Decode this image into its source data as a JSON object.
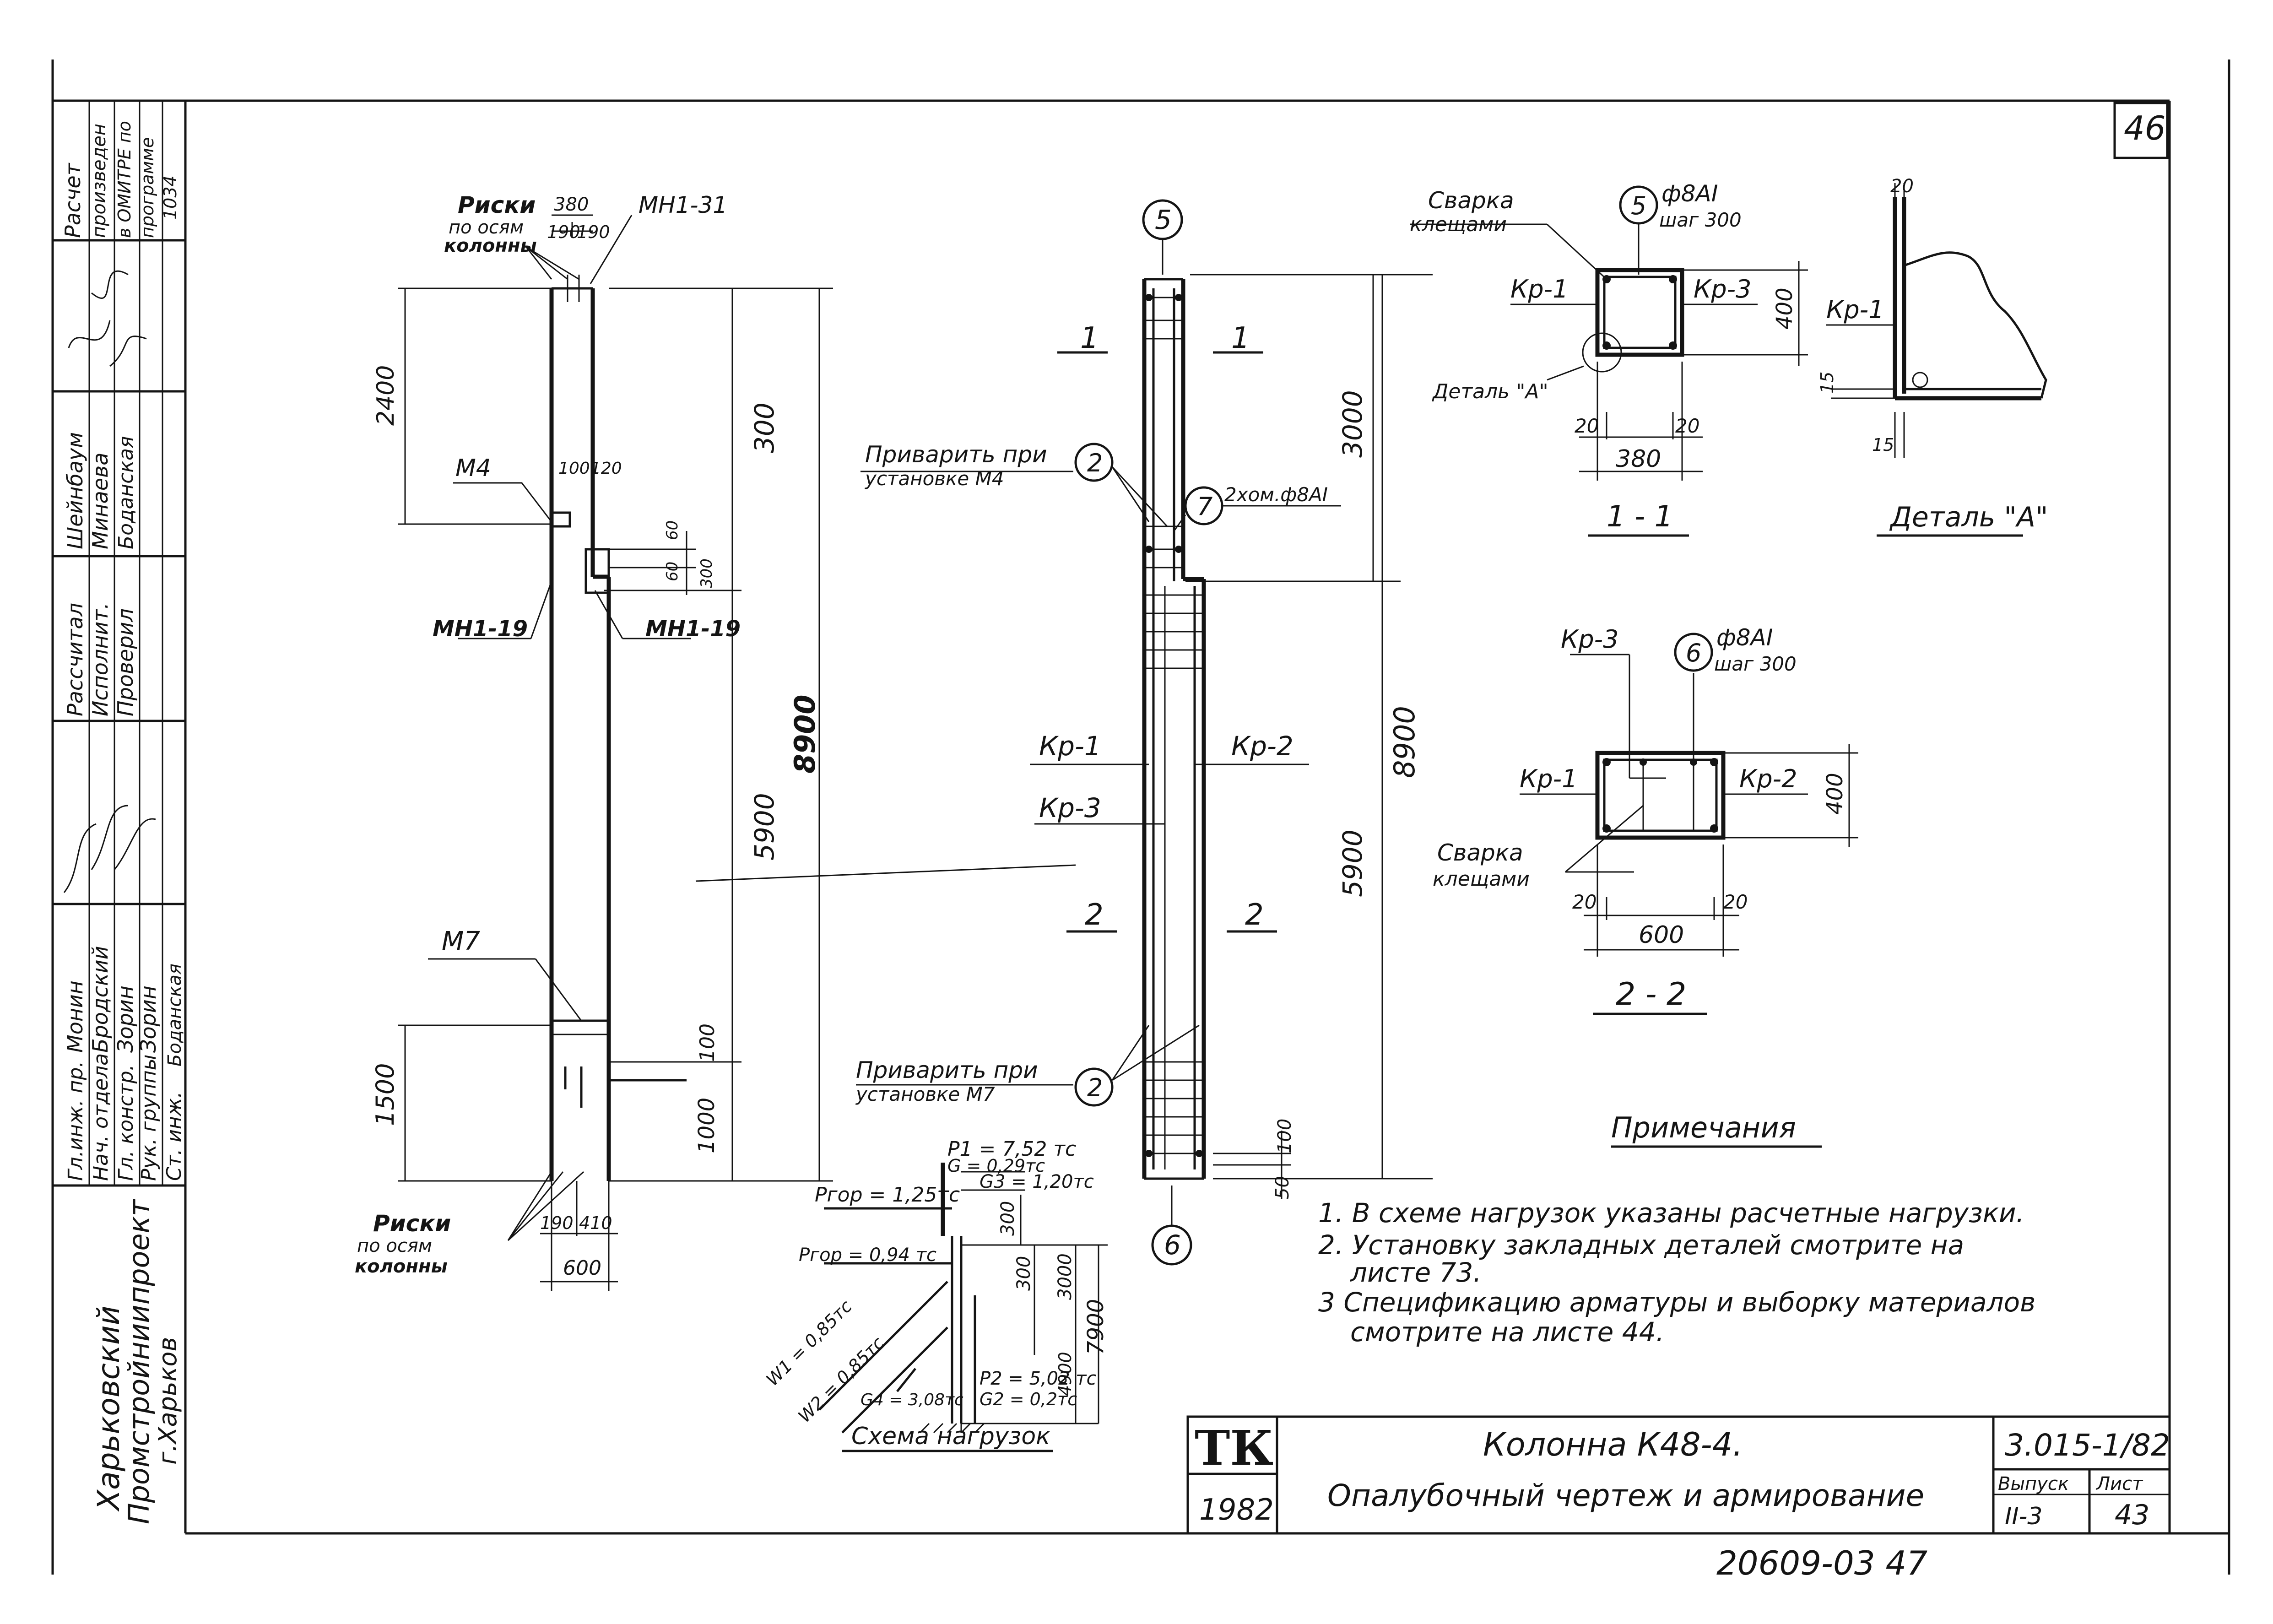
{
  "sheet_number_top": "46",
  "stamp_side": {
    "calc_note": [
      "Расчет",
      "произведен",
      "в ОМИТРЕ по",
      "программе",
      "1034"
    ],
    "roles_left": [
      "Гл.инж. пр.",
      "Нач. отдела",
      "Гл. констр.",
      "Рук. группы",
      "Ст. инж."
    ],
    "names_left": [
      "Монин",
      "Бродский",
      "Зорин",
      "Зорин",
      "Боданская"
    ],
    "roles_right": [
      "Рассчитал",
      "Исполнит.",
      "Проверил"
    ],
    "names_right": [
      "Шейнбаум",
      "Минаева",
      "Боданская"
    ],
    "org": [
      "Харьковский",
      "Промстройниипроект",
      "г.Харьков"
    ]
  },
  "left_view": {
    "top_label_1": "Риски",
    "top_label_2": "по осям",
    "top_label_3": "колонны",
    "dim_380": "380",
    "dim_190a": "190",
    "dim_190b": "190",
    "mark_mi1_31": "МН1-31",
    "dim_2400": "2400",
    "mark_m4": "М4",
    "dim_100": "100",
    "dim_120": "120",
    "dim_60": "60",
    "dim_60b": "60",
    "dim_300_small": "300",
    "mark_mi1_19_left": "МН1-19",
    "mark_mi1_19_right": "МН1-19",
    "dim_3000_vert": "300",
    "dim_5900": "5900",
    "dim_8900": "8900",
    "mark_m7": "М7",
    "dim_1500": "1500",
    "dim_100b": "100",
    "dim_1000": "1000",
    "bottom_label_1": "Риски",
    "bottom_label_2": "по осям",
    "bottom_label_3": "колонны",
    "dim_190c": "190",
    "dim_410": "410",
    "dim_600": "600"
  },
  "mid_view": {
    "axis_top": "5",
    "axis_bottom": "6",
    "sec1_left": "1",
    "sec1_right": "1",
    "weld_top_1": "Приварить при",
    "weld_top_2": "установке М4",
    "circle_2a": "2",
    "circle_7": "7",
    "bar_7": "2хом.ф8АI",
    "kp1": "Кр-1",
    "kp2": "Кр-2",
    "kp3": "Кр-3",
    "sec2_left": "2",
    "sec2_right": "2",
    "weld_bot_1": "Приварить при",
    "weld_bot_2": "установке М7",
    "circle_2b": "2",
    "dim_3000": "3000",
    "dim_5900": "5900",
    "dim_8900": "8900",
    "dim_100": "100",
    "dim_50": "50"
  },
  "section_1": {
    "weld_1": "Сварка",
    "weld_2": "клещами",
    "circle": "5",
    "bar": "ф8АI",
    "pitch": "шаг 300",
    "kp1": "Кр-1",
    "kp3": "Кр-3",
    "detail": "Деталь \"А\"",
    "dim_400": "400",
    "dim_20a": "20",
    "dim_20b": "20",
    "dim_380": "380",
    "title": "1 - 1"
  },
  "detail_a": {
    "dim_20": "20",
    "kp1": "Кр-1",
    "dim_15a": "15",
    "dim_15b": "15",
    "title": "Деталь \"А\""
  },
  "section_2": {
    "kp3": "Кр-3",
    "circle": "6",
    "bar": "ф8АI",
    "pitch": "шаг 300",
    "kp1": "Кр-1",
    "kp2": "Кр-2",
    "dim_400": "400",
    "weld_1": "Сварка",
    "weld_2": "клещами",
    "dim_20a": "20",
    "dim_20b": "20",
    "dim_600": "600",
    "title": "2 - 2"
  },
  "load_scheme": {
    "p1": "P1 = 7,52 тс",
    "g1": "G = 0,29тс",
    "g3": "G3 = 1,20тс",
    "pgor1": "Pгор = 1,25тс",
    "pgor2": "Pгор = 0,94 тс",
    "w1": "W1 = 0,85тс",
    "w2": "W2 = 0,85тс",
    "g4": "G4 = 3,08тс",
    "p2": "P2 = 5,02 тс",
    "g2": "G2 = 0,2тс",
    "dim_300": "300",
    "dim_300b": "300",
    "dim_3000": "3000",
    "dim_4900": "4900",
    "dim_7900": "7900",
    "title": "Схема нагрузок"
  },
  "notes": {
    "heading": "Примечания",
    "items": [
      "1. В схеме нагрузок указаны расчетные нагрузки.",
      "2. Установку закладных деталей смотрите на",
      "листе 73.",
      "3 Спецификацию арматуры и выборку материалов",
      "смотрите на листе 44."
    ]
  },
  "title_block": {
    "logo": "ТК",
    "year": "1982",
    "title_1": "Колонна К48-4.",
    "title_2": "Опалубочный чертеж и армирование",
    "code": "3.015-1/82",
    "issue_label": "Выпуск",
    "sheet_label": "Лист",
    "issue": "II-3",
    "sheet": "43"
  },
  "footer_number": "20609-03  47"
}
